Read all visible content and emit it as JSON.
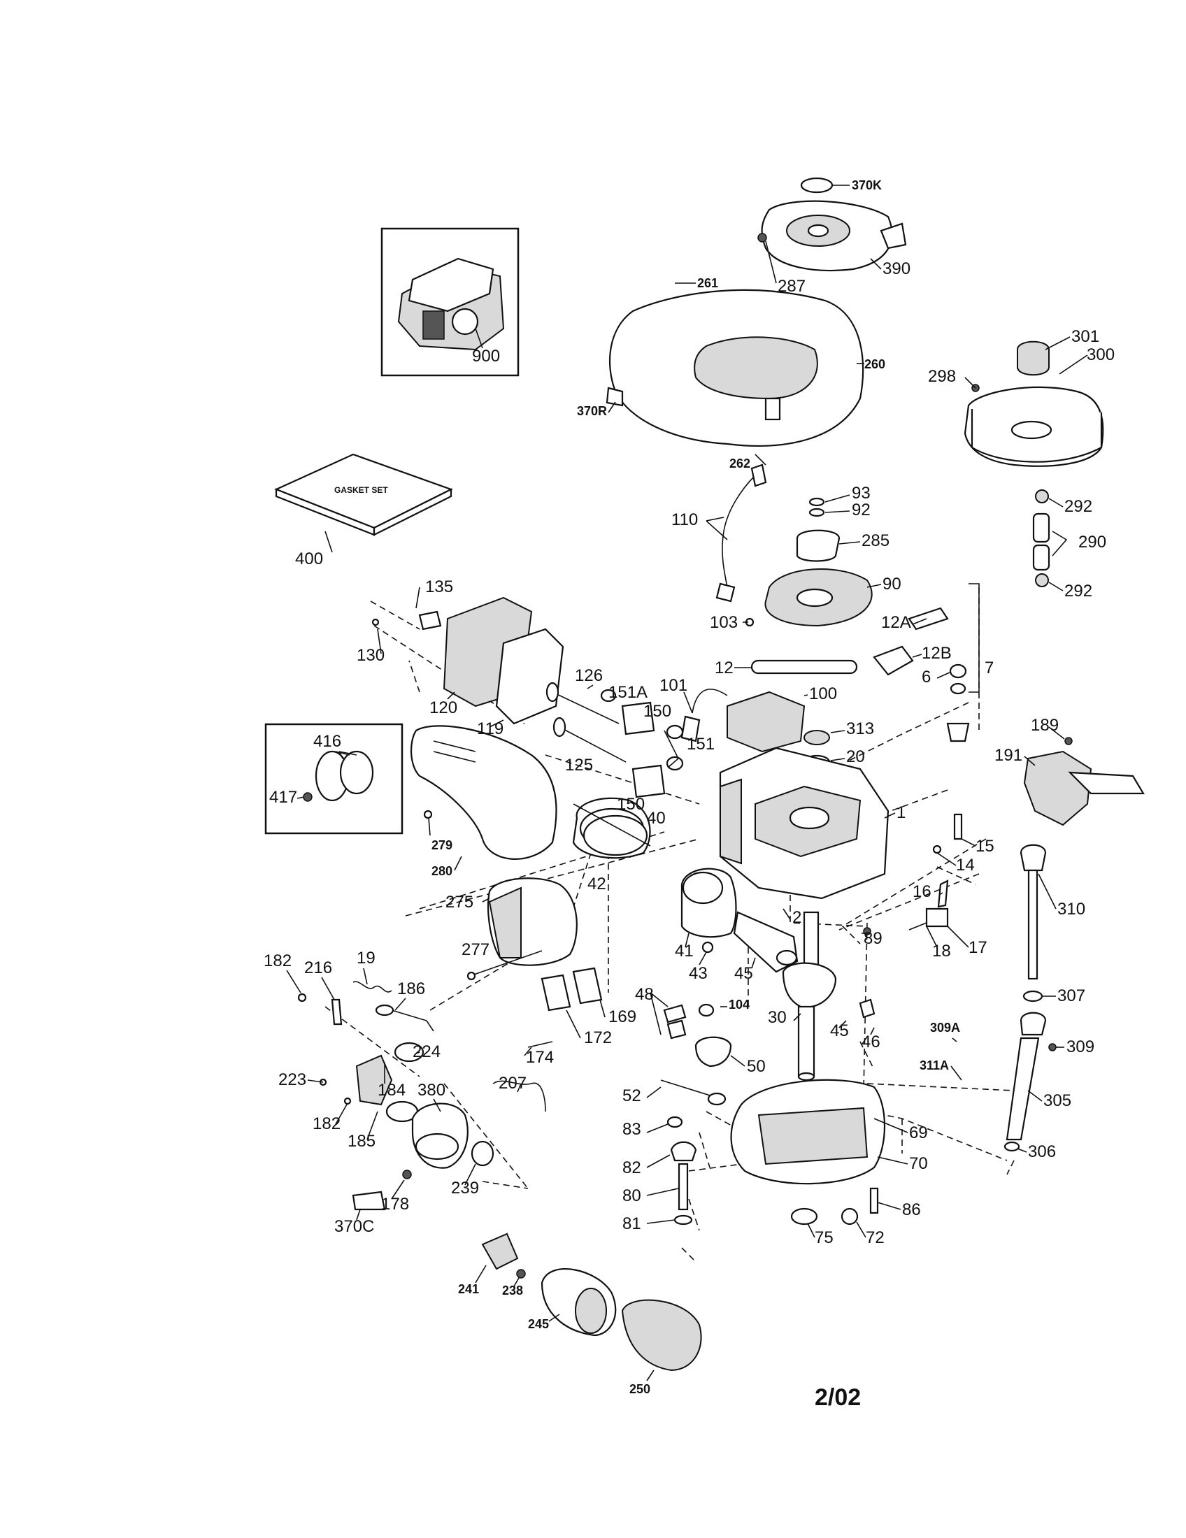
{
  "document": {
    "date": "2/02",
    "gasket_set_text": "GASKET SET"
  },
  "callouts": [
    "370K",
    "390",
    "287",
    "261",
    "260",
    "370R",
    "262",
    "301",
    "300",
    "298",
    "292",
    "290",
    "292",
    "93",
    "92",
    "285",
    "90",
    "110",
    "103",
    "12A",
    "12B",
    "12",
    "6",
    "7",
    "100",
    "101",
    "313",
    "20",
    "1",
    "126",
    "151A",
    "150",
    "125",
    "151",
    "150",
    "40",
    "42",
    "135",
    "130",
    "120",
    "119",
    "400",
    "900",
    "416",
    "417",
    "279",
    "280",
    "275",
    "277",
    "189",
    "191",
    "15",
    "14",
    "16",
    "17",
    "18",
    "2",
    "89",
    "41",
    "43",
    "45",
    "310",
    "30",
    "45",
    "46",
    "104",
    "48",
    "50",
    "52",
    "83",
    "82",
    "80",
    "81",
    "69",
    "70",
    "86",
    "75",
    "72",
    "307",
    "309A",
    "309",
    "311A",
    "305",
    "306",
    "182",
    "216",
    "19",
    "186",
    "224",
    "169",
    "172",
    "174",
    "223",
    "184",
    "380",
    "207",
    "182",
    "185",
    "239",
    "178",
    "370C",
    "241",
    "238",
    "245",
    "250"
  ]
}
